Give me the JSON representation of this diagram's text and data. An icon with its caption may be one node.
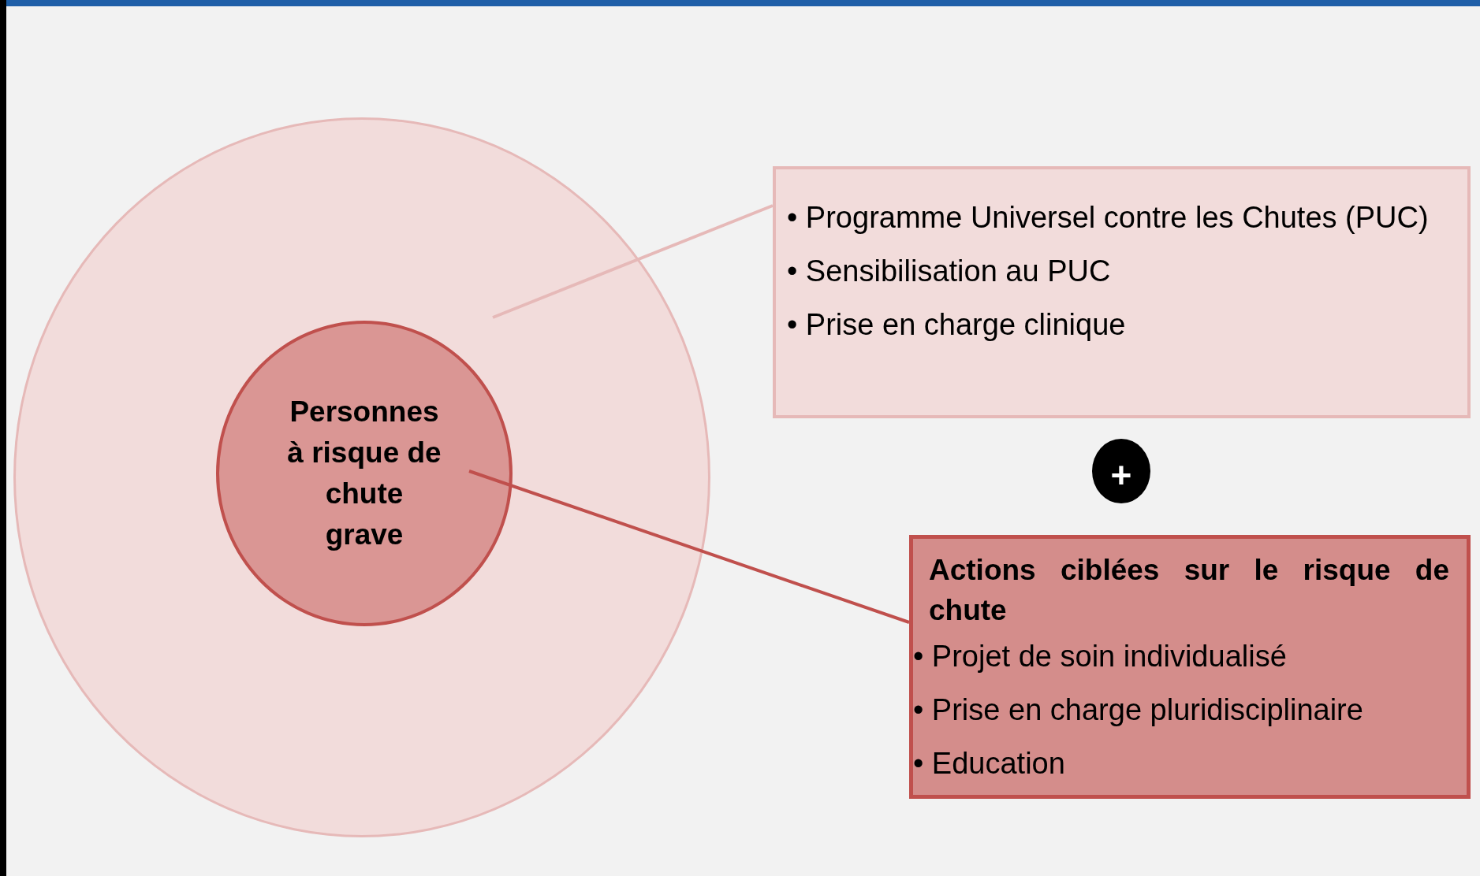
{
  "diagram": {
    "nodes": [
      {
        "text": [],
        "shape": "circle"
      },
      {
        "text": [
          "Personnes à risque de chute grave"
        ],
        "in": 0
      },
      {
        "text": [
          "• Programme Universel contre les Chutes (PUC)",
          "• Sensibilisation au PUC",
          "• Prise en charge clinique"
        ]
      },
      {
        "text": [
          "+"
        ]
      },
      {
        "text": [
          "Actions ciblées sur le risque de chute",
          "• Projet de soin individualisé",
          "• Prise en charge pluridisciplinaire",
          "• Education"
        ]
      }
    ],
    "edges": [
      {
        "from": 2,
        "to": 0,
        "arrow": "none",
        "color": "#e6b9b8"
      },
      {
        "from": 4,
        "to": 1,
        "arrow": "none",
        "color": "#c0504d"
      }
    ]
  }
}
